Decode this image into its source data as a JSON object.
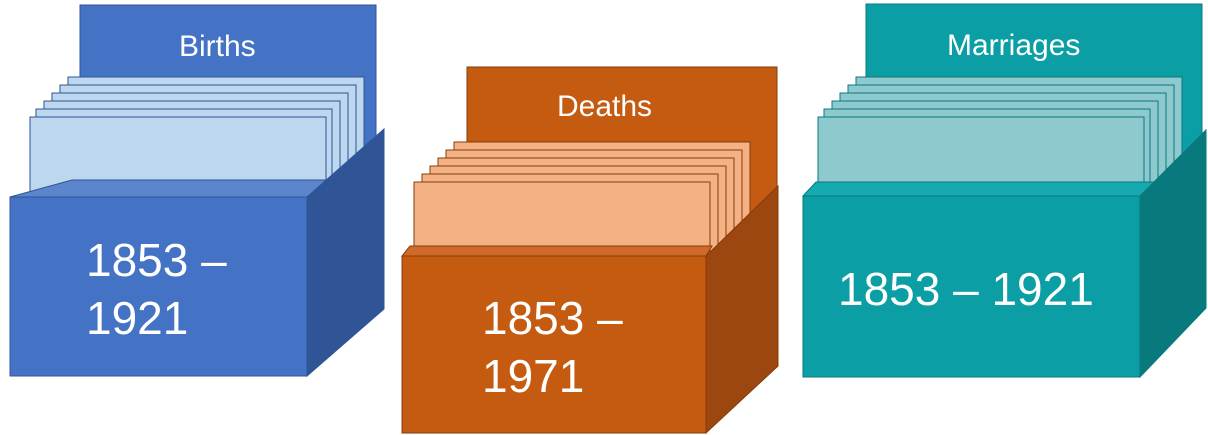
{
  "boxes": [
    {
      "label": "Births",
      "years_line1": "1853 –",
      "years_line2": "1921",
      "colors": {
        "tab": "#4472c4",
        "card": "#bdd7ee",
        "front": "#4472c4",
        "side": "#2f5597",
        "top": "#5b85cc"
      }
    },
    {
      "label": "Deaths",
      "years_line1": "1853 –",
      "years_line2": "1971",
      "colors": {
        "tab": "#c55a11",
        "card": "#f4b183",
        "front": "#c55a11",
        "side": "#9c4610",
        "top": "#d06a28"
      }
    },
    {
      "label": "Marriages",
      "years_line1": "1853 – 1921",
      "years_line2": "",
      "colors": {
        "tab": "#0b9fa5",
        "card": "#8ec9ce",
        "front": "#0b9fa5",
        "side": "#08797d",
        "top": "#14aab0"
      }
    }
  ]
}
